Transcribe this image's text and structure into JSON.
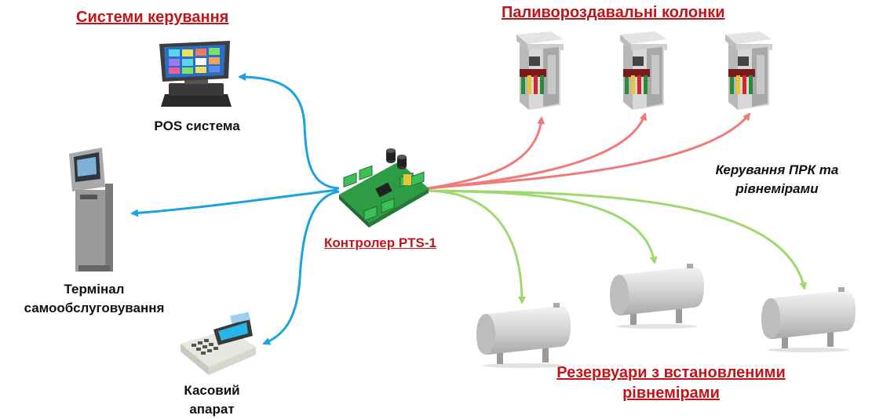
{
  "headings": {
    "control_systems": "Системи керування",
    "fuel_dispensers": "Паливороздавальні колонки",
    "tanks_line1": "Резервуари з встановленими",
    "tanks_line2": "рівнемірами"
  },
  "labels": {
    "pos": "POS система",
    "terminal_line1": "Термінал",
    "terminal_line2": "самообслуговування",
    "cash_line1": "Касовий",
    "cash_line2": "апарат",
    "controller": "Контролер PTS-1",
    "control_note_line1": "Керування ПРК та",
    "control_note_line2": "рівнемірами"
  },
  "colors": {
    "heading_red": "#c0151b",
    "link_blue": "#1aa3e0",
    "link_red": "#f07a7a",
    "link_green": "#9fd86f",
    "board_green": "#2e9b45"
  }
}
